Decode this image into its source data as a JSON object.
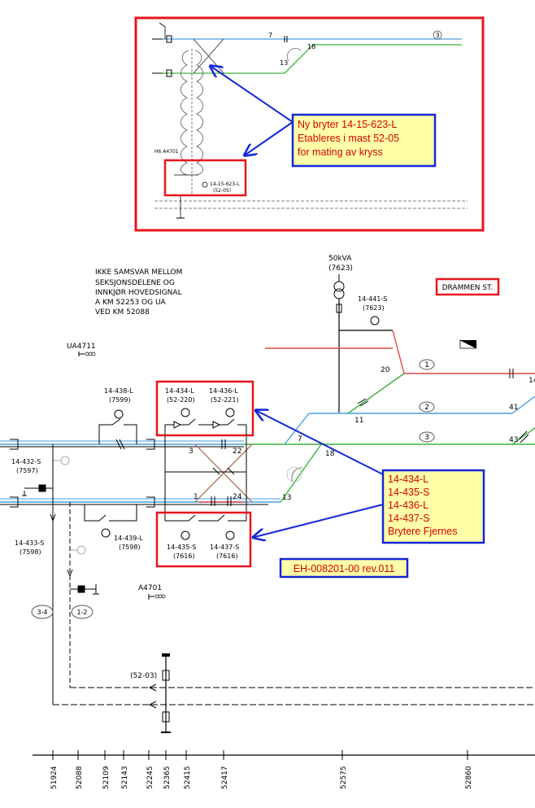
{
  "inset": {
    "callout_lines": [
      "Ny bryter 14-15-623-L",
      "Etableres i mast 52-05",
      "for mating av kryss"
    ],
    "track_no": "3",
    "switch_no": "13",
    "small_no": "18",
    "small_no2": "7",
    "switch_label": "14-15-623-L",
    "switch_mast": "(52-05)",
    "signal_label": "H6 A4701"
  },
  "main": {
    "warning_lines": [
      "IKKE SAMSVAR MELLOM",
      "SEKSJONSDELENE OG",
      "INNKJØR HOVEDSIGNAL",
      "A KM 52253 OG UA",
      "VED KM 52088"
    ],
    "station_label": "DRAMMEN ST.",
    "transformer_rating": "50kVA",
    "transformer_id": "(7623)",
    "signal_ua": "UA4711",
    "signal_a": "A4701",
    "switches": [
      {
        "id": "14-441-S",
        "mast": "(7623)"
      },
      {
        "id": "14-438-L",
        "mast": "(7599)"
      },
      {
        "id": "14-434-L",
        "mast": "(52-220)"
      },
      {
        "id": "14-436-L",
        "mast": "(52-221)"
      },
      {
        "id": "14-432-S",
        "mast": "(7597)"
      },
      {
        "id": "14-433-S",
        "mast": "(7598)"
      },
      {
        "id": "14-439-L",
        "mast": "(7598)"
      },
      {
        "id": "14-435-S",
        "mast": "(7616)"
      },
      {
        "id": "14-437-S",
        "mast": "(7616)"
      }
    ],
    "tracks": [
      "1",
      "2",
      "3"
    ],
    "point_numbers": [
      "20",
      "11",
      "41",
      "43",
      "7",
      "18",
      "13",
      "3",
      "22",
      "1",
      "24",
      "14"
    ],
    "section_labels": [
      "3-4",
      "1-2"
    ],
    "mast_bottom": "(52-03)",
    "callout_lines": [
      "14-434-L",
      "14-435-S",
      "14-436-L",
      "14-437-S",
      "Brytere Fjernes"
    ],
    "doc_ref": "EH-008201-00 rev.011",
    "km_ticks": [
      "51924",
      "52088",
      "52109",
      "52143",
      "52245",
      "52365",
      "52415",
      "52417",
      "52575",
      "52860"
    ]
  },
  "colors": {
    "frame_red": "#e8141c",
    "callout_blue": "#1428d8",
    "callout_fill": "#ffffa8",
    "track_blue": "#4a9ee0",
    "track_green": "#3cb43c",
    "track_red": "#e04848",
    "track_brown": "#b07868"
  }
}
